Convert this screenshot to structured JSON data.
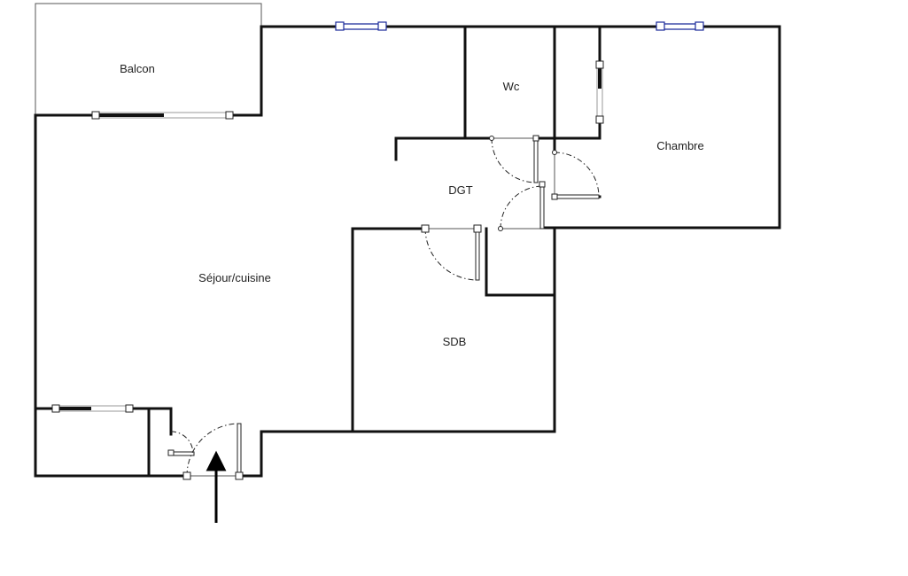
{
  "rooms": {
    "balcon": "Balcon",
    "wc": "Wc",
    "chambre": "Chambre",
    "dgt": "DGT",
    "sejour": "Séjour/cuisine",
    "sdb": "SDB"
  },
  "colors": {
    "wall": "#111111",
    "window_accent": "#1a2a9a",
    "background": "#ffffff"
  },
  "icons": {
    "entrance": "entrance-arrow-icon"
  }
}
